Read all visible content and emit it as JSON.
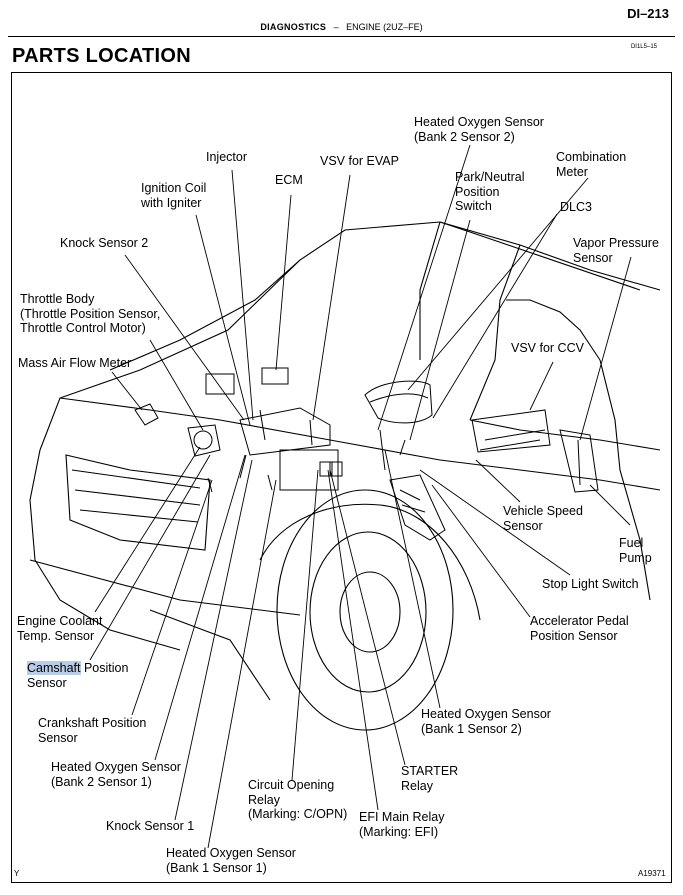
{
  "header": {
    "page_number": "DI–213",
    "section_left": "DIAGNOSTICS",
    "section_dash": "–",
    "section_right": "ENGINE (2UZ–FE)"
  },
  "title": "PARTS LOCATION",
  "doc_code": "DI1L5–15",
  "corner_left": "Y",
  "corner_right": "A19371",
  "labels": {
    "heated_o2_b2s2": [
      "Heated Oxygen Sensor",
      "(Bank 2 Sensor 2)"
    ],
    "injector": [
      "Injector"
    ],
    "vsv_evap": [
      "VSV for EVAP"
    ],
    "ecm": [
      "ECM"
    ],
    "combination_meter": [
      "Combination",
      "Meter"
    ],
    "park_neutral": [
      "Park/Neutral",
      "Position",
      "Switch"
    ],
    "ignition_coil": [
      "Ignition Coil",
      "with Igniter"
    ],
    "dlc3": [
      "DLC3"
    ],
    "knock_sensor_2": [
      "Knock Sensor 2"
    ],
    "vapor_pressure": [
      "Vapor Pressure",
      "Sensor"
    ],
    "throttle_body": [
      "Throttle Body",
      "(Throttle Position Sensor,",
      "Throttle Control Motor)"
    ],
    "vsv_ccv": [
      "VSV for CCV"
    ],
    "maf_meter": [
      "Mass Air Flow Meter"
    ],
    "vehicle_speed": [
      "Vehicle Speed",
      "Sensor"
    ],
    "fuel_pump": [
      "Fuel",
      "Pump"
    ],
    "stop_light": [
      "Stop Light Switch"
    ],
    "engine_coolant": [
      "Engine Coolant",
      "Temp. Sensor"
    ],
    "accel_pedal": [
      "Accelerator Pedal",
      "Position Sensor"
    ],
    "camshaft_hl": "Camshaft",
    "camshaft_rest": " Position",
    "camshaft_line2": "Sensor",
    "crankshaft": [
      "Crankshaft Position",
      "Sensor"
    ],
    "heated_o2_b1s2": [
      "Heated Oxygen Sensor",
      "(Bank 1 Sensor 2)"
    ],
    "heated_o2_b2s1": [
      "Heated Oxygen Sensor",
      "(Bank 2 Sensor 1)"
    ],
    "starter_relay": [
      "STARTER",
      "Relay"
    ],
    "circuit_opening": [
      "Circuit Opening",
      "Relay",
      "(Marking: C/OPN)"
    ],
    "efi_main": [
      "EFI Main Relay",
      "(Marking: EFI)"
    ],
    "knock_sensor_1": [
      "Knock Sensor 1"
    ],
    "heated_o2_b1s1": [
      "Heated Oxygen Sensor",
      "(Bank 1 Sensor 1)"
    ]
  }
}
